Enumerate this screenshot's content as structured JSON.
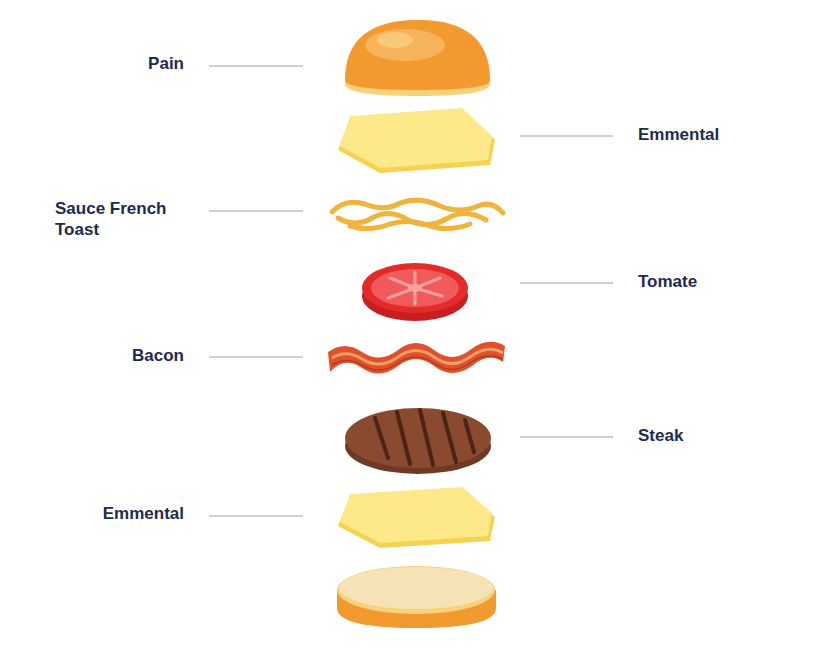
{
  "diagram": {
    "labels": [
      "Pain",
      "Emmental",
      "Sauce French Toast",
      "Tomate",
      "Bacon",
      "Steak",
      "Emmental"
    ]
  }
}
